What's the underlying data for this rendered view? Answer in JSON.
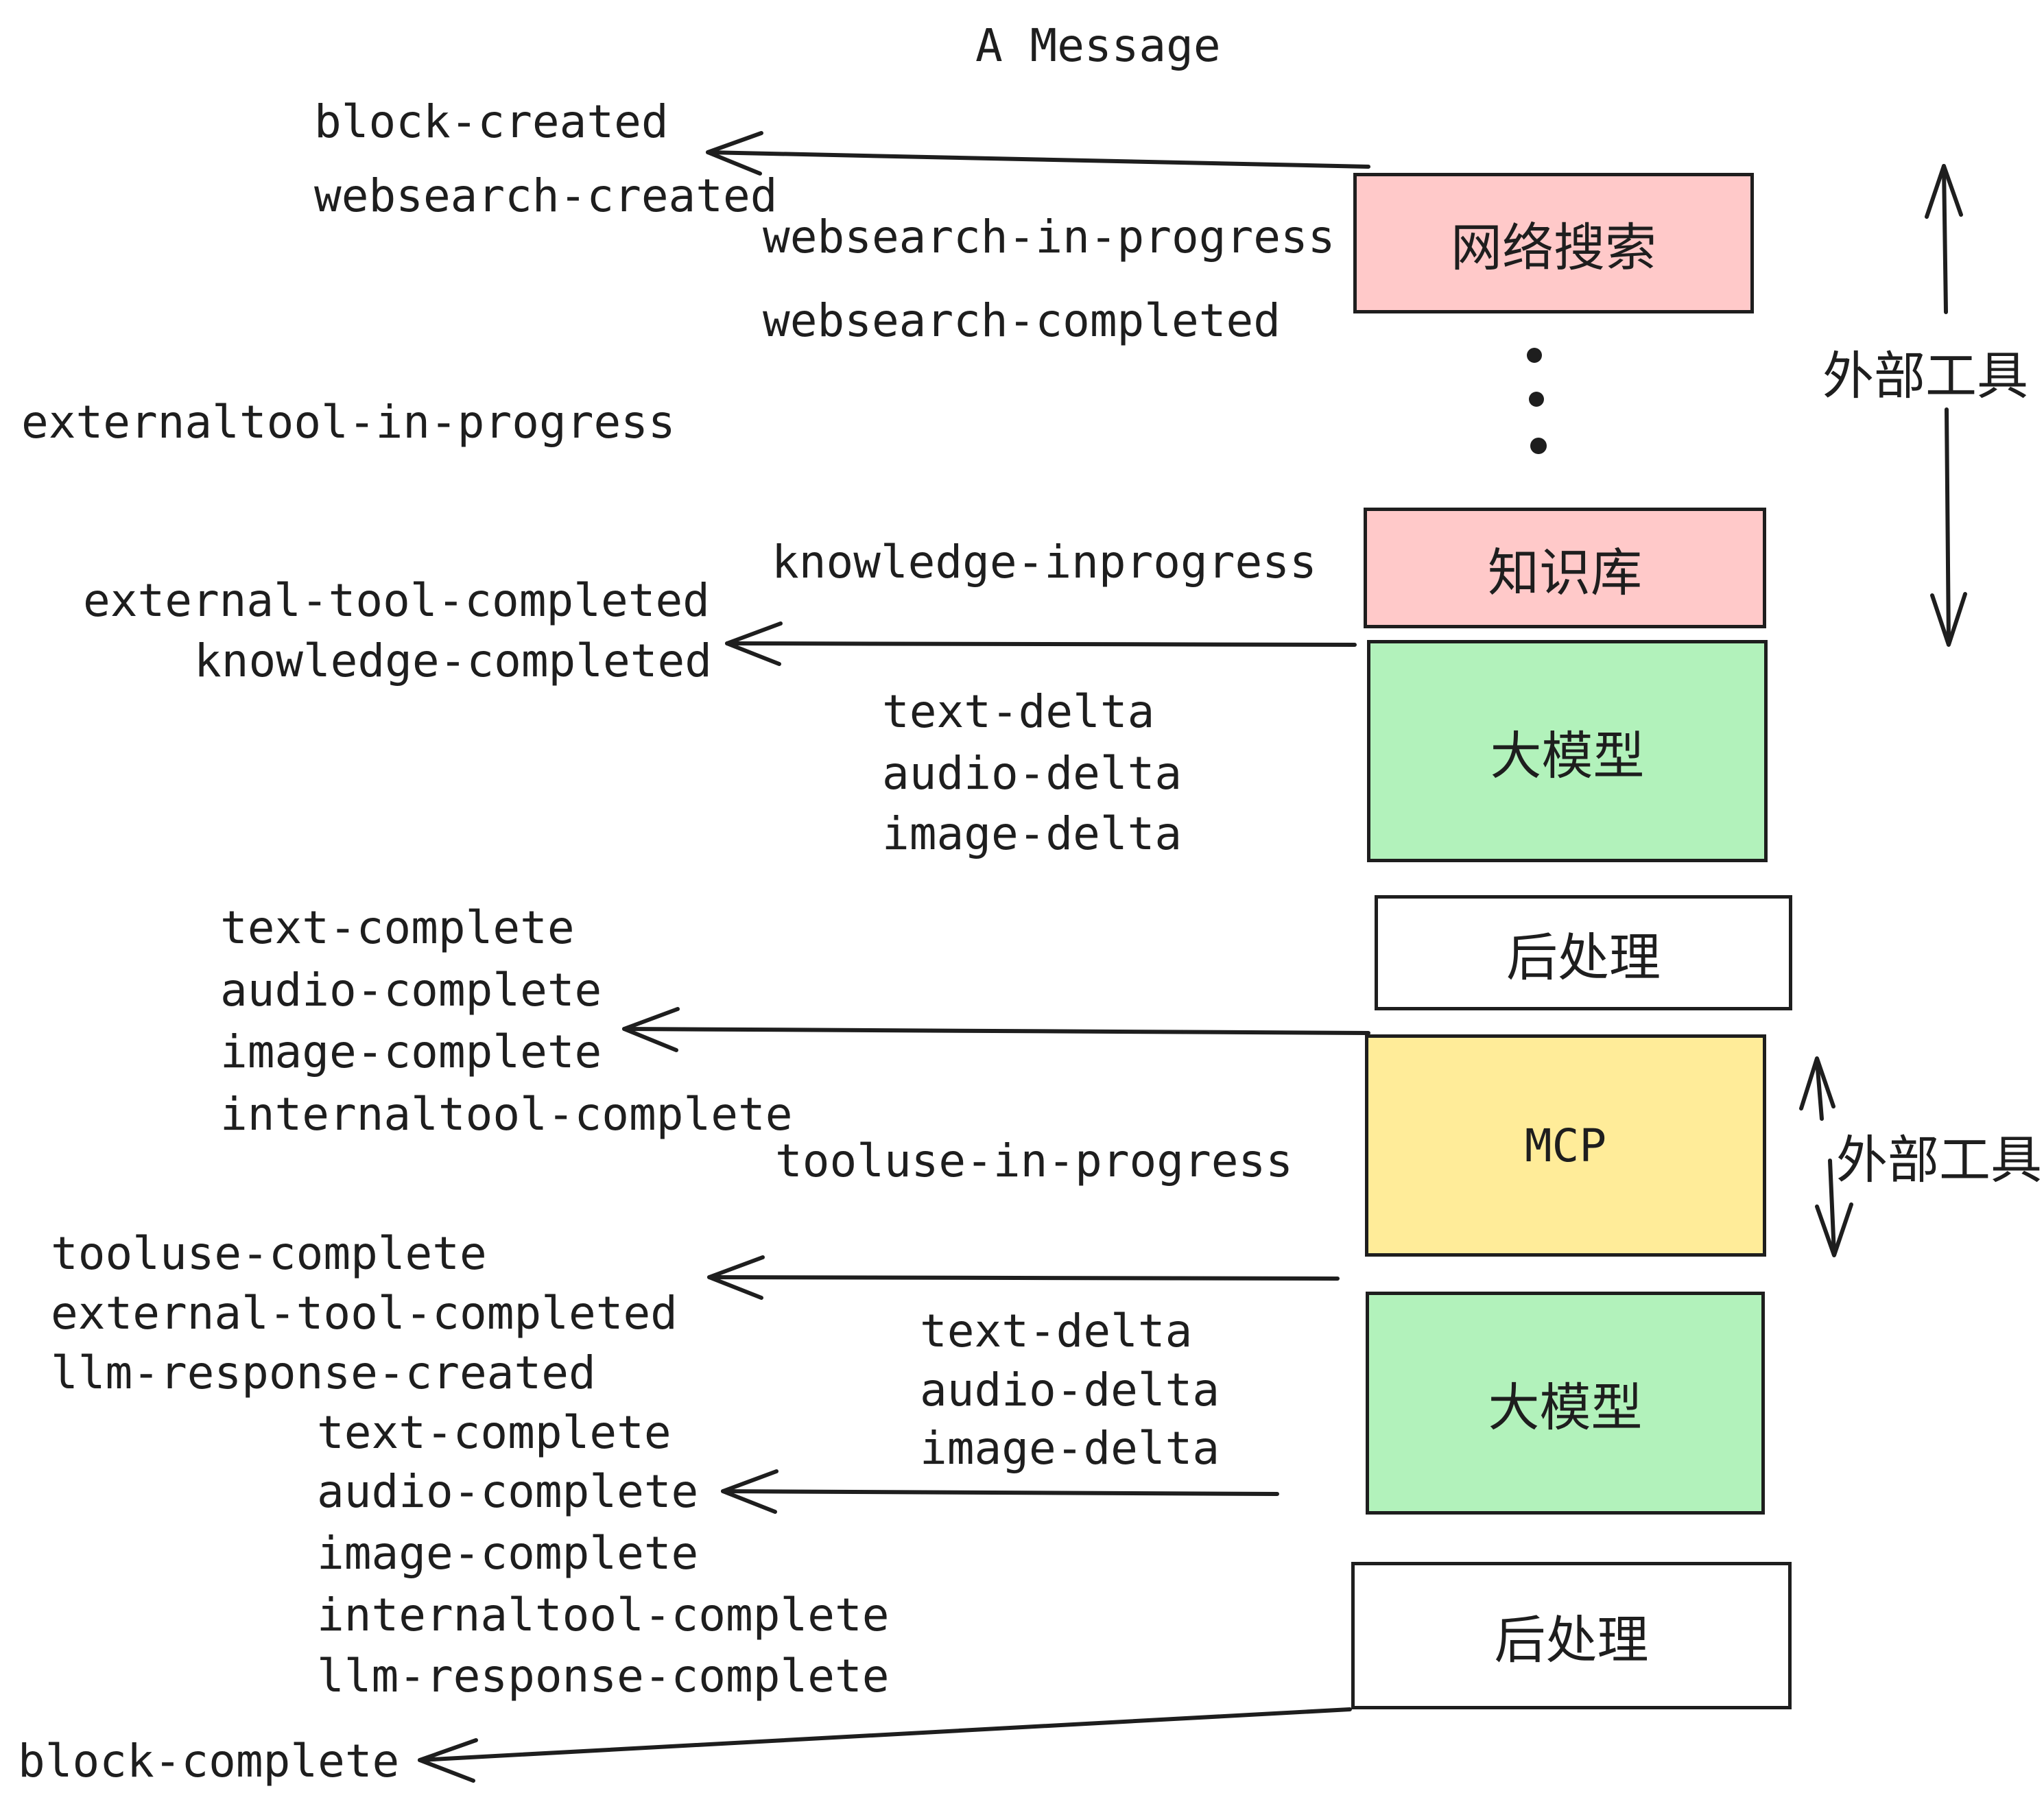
{
  "title": "A Message",
  "colors": {
    "stroke": "#1e1e1e",
    "box_pink": "#ffc9c9",
    "box_green": "#b2f2bb",
    "box_yellow": "#ffec99",
    "box_white": "#ffffff"
  },
  "boxes": {
    "websearch": "网络搜索",
    "knowledge": "知识库",
    "llm_top": "大模型",
    "post_top": "后处理",
    "mcp": "MCP",
    "llm_bottom": "大模型",
    "post_bottom": "后处理"
  },
  "side_labels": {
    "external_tool_top": "外部工具",
    "external_tool_bottom": "外部工具"
  },
  "events": {
    "block_created": "block-created",
    "websearch_created": "websearch-created",
    "websearch_in_progress": "websearch-in-progress",
    "websearch_completed": "websearch-completed",
    "externaltool_in_progress": "externaltool-in-progress",
    "knowledge_inprogress": "knowledge-inprogress",
    "external_tool_completed": "external-tool-completed",
    "knowledge_completed": "knowledge-completed",
    "text_delta": "text-delta",
    "audio_delta": "audio-delta",
    "image_delta": "image-delta",
    "text_complete": "text-complete",
    "audio_complete": "audio-complete",
    "image_complete": "image-complete",
    "internaltool_complete": "internaltool-complete",
    "tooluse_in_progress": "tooluse-in-progress",
    "tooluse_complete": "tooluse-complete",
    "llm_response_created": "llm-response-created",
    "llm_response_complete": "llm-response-complete",
    "block_complete": "block-complete"
  }
}
